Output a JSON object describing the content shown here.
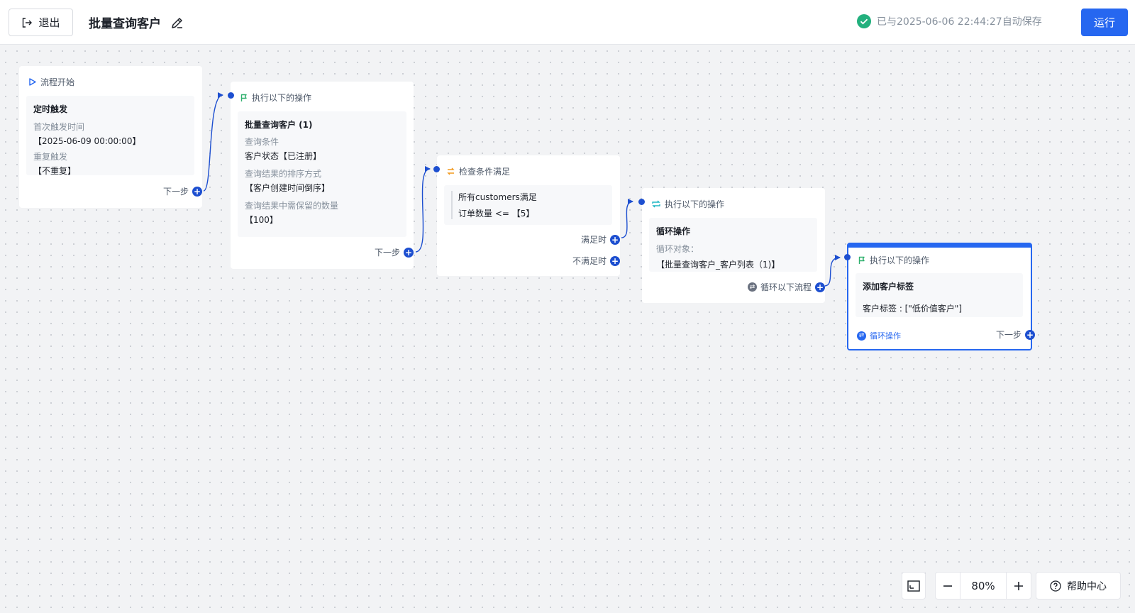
{
  "header": {
    "exit_label": "退出",
    "title": "批量查询客户",
    "save_status": "已与2025-06-06 22:44:27自动保存",
    "run_label": "运行"
  },
  "nodes": {
    "start": {
      "header": "流程开始",
      "panel_title": "定时触发",
      "first_trigger_label": "首次触发时间",
      "first_trigger_value": "【2025-06-09 00:00:00】",
      "repeat_label": "重复触发",
      "repeat_value": "【不重复】",
      "next_label": "下一步"
    },
    "query": {
      "header": "执行以下的操作",
      "panel_title": "批量查询客户 (1)",
      "condition_label": "查询条件",
      "condition_value": "客户状态【已注册】",
      "sort_label": "查询结果的排序方式",
      "sort_value": "【客户创建时间倒序】",
      "count_label": "查询结果中需保留的数量",
      "count_value": "【100】",
      "next_label": "下一步"
    },
    "check": {
      "header": "检查条件满足",
      "line1": "所有customers满足",
      "line2": "订单数量 <= 【5】",
      "yes_label": "满足时",
      "no_label": "不满足时"
    },
    "loop": {
      "header": "执行以下的操作",
      "panel_title": "循环操作",
      "object_label": "循环对象：",
      "object_value": "【批量查询客户_客户列表（1)】",
      "loop_next_label": "循环以下流程"
    },
    "tag": {
      "header": "执行以下的操作",
      "panel_title": "添加客户标签",
      "tag_value": "客户标签 : [\"低价值客户\"]",
      "loop_badge_label": "循环操作",
      "next_label": "下一步"
    }
  },
  "toolbar": {
    "zoom": "80%",
    "help_label": "帮助中心"
  },
  "colors": {
    "primary": "#2667f0",
    "port": "#1d4fd0",
    "success": "#22b07d",
    "flag_green": "#2fb06d",
    "condition_orange": "#f29a1f",
    "loop_teal": "#1fb5c4"
  }
}
